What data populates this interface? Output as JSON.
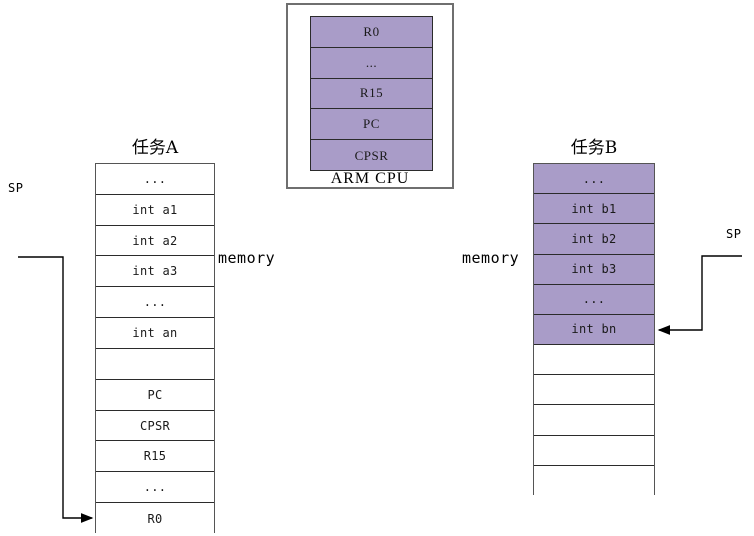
{
  "diagram": {
    "title": "ARM CPU task context switch stack diagram",
    "colors": {
      "filled_cell": "#a99cc8",
      "empty_cell": "#ffffff",
      "border": "#2b2b2b",
      "outer_border": "#6f6f6f",
      "text": "#1a1a1a"
    }
  },
  "cpu": {
    "caption": "ARM CPU",
    "registers": [
      {
        "label": "R0",
        "filled": true
      },
      {
        "label": "...",
        "filled": true
      },
      {
        "label": "R15",
        "filled": true
      },
      {
        "label": "PC",
        "filled": true
      },
      {
        "label": "CPSR",
        "filled": true
      }
    ]
  },
  "stack_a": {
    "title": "任务A",
    "memory_label": "memory",
    "sp_label": "SP",
    "sp_points_to": "R0",
    "cells": [
      {
        "label": "...",
        "filled": false
      },
      {
        "label": "int a1",
        "filled": false
      },
      {
        "label": "int a2",
        "filled": false
      },
      {
        "label": "int a3",
        "filled": false
      },
      {
        "label": "...",
        "filled": false
      },
      {
        "label": "int an",
        "filled": false
      },
      {
        "label": "",
        "filled": false
      },
      {
        "label": "PC",
        "filled": false
      },
      {
        "label": "CPSR",
        "filled": false
      },
      {
        "label": "R15",
        "filled": false
      },
      {
        "label": "...",
        "filled": false
      },
      {
        "label": "R0",
        "filled": false
      }
    ]
  },
  "stack_b": {
    "title": "任务B",
    "memory_label": "memory",
    "sp_label": "SP",
    "sp_points_to": "int bn",
    "cells": [
      {
        "label": "...",
        "filled": true
      },
      {
        "label": "int b1",
        "filled": true
      },
      {
        "label": "int b2",
        "filled": true
      },
      {
        "label": "int b3",
        "filled": true
      },
      {
        "label": "...",
        "filled": true
      },
      {
        "label": "int bn",
        "filled": true
      },
      {
        "label": "",
        "filled": false
      },
      {
        "label": "",
        "filled": false
      },
      {
        "label": "",
        "filled": false
      },
      {
        "label": "",
        "filled": false
      },
      {
        "label": "",
        "filled": false
      }
    ]
  }
}
